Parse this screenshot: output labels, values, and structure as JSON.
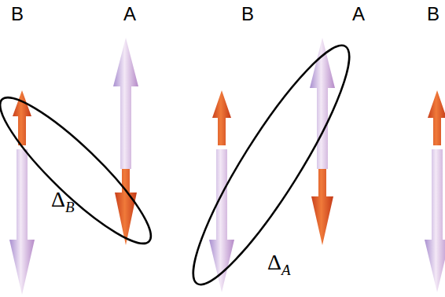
{
  "diagram": {
    "nodes": [
      {
        "text": [
          "ΔB"
        ]
      },
      {
        "text": [
          "ΔA"
        ]
      }
    ],
    "labels": [
      "B",
      "A",
      "B",
      "A",
      "B"
    ]
  }
}
